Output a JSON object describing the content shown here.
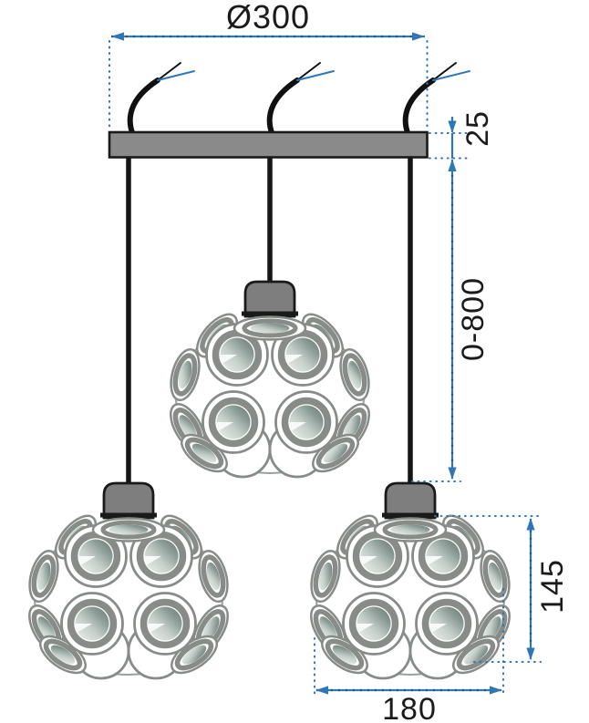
{
  "figure": {
    "kind": "technical dimension drawing",
    "subject": "pendant ceiling lamp with three decorative shades",
    "pendant_count": 3
  },
  "dimensions": {
    "canopy_diameter": "Ø300",
    "canopy_thickness": "25",
    "suspension_length": "0-800",
    "shade_height": "145",
    "shade_diameter": "180"
  },
  "colors": {
    "dimension_line_blue": "#2f76b5",
    "canopy_gray": "#8a8a8a",
    "socket_gray": "#7e7e7e",
    "shade_ring_gray": "#878c88",
    "wire_black": "#151515",
    "background": "#ffffff"
  }
}
